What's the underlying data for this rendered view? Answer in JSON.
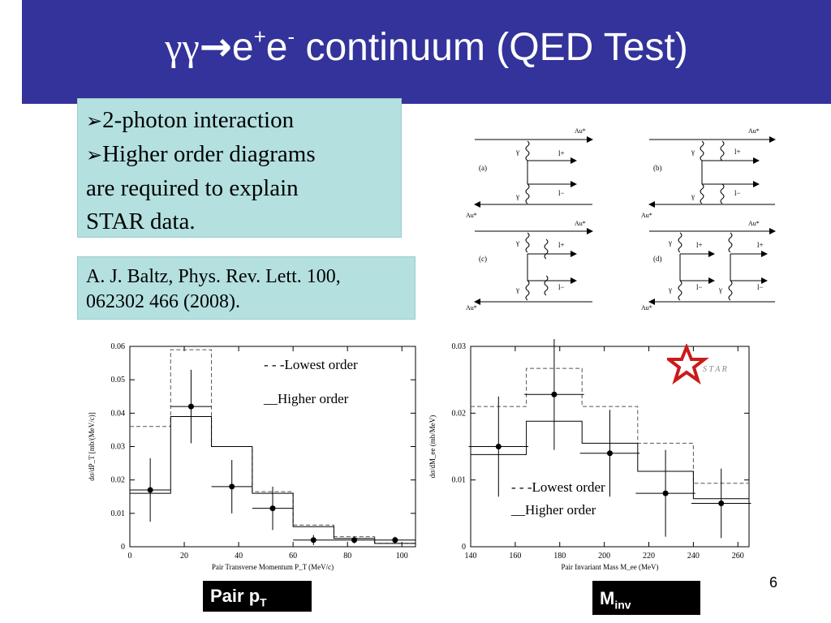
{
  "slide": {
    "title_gamma": "γγ",
    "title_arrow": "→",
    "title_e1": "e",
    "title_plus": "+",
    "title_e2": "e",
    "title_minus": "-",
    "title_rest": " continuum  (QED Test)",
    "page_number": "6",
    "colors": {
      "title_bg": "#33339b",
      "box_bg": "#b4e0e0",
      "star": "#cc1a1a"
    }
  },
  "box1": {
    "arrow": "➢",
    "line1": "2-photon interaction",
    "line2": "Higher order diagrams",
    "line3": "are required to explain",
    "line4": "STAR data."
  },
  "box2": {
    "line1": "A. J. Baltz, Phys. Rev. Lett. 100,",
    "line2": "062302 466 (2008)."
  },
  "diagrams": {
    "labels": [
      "(a)",
      "(b)",
      "(c)",
      "(d)"
    ],
    "au_top": "Au*",
    "au_bottom": "Au*",
    "gamma": "γ",
    "lepton_plus": "l+",
    "lepton_minus": "l−"
  },
  "logo": {
    "text": "S T A R"
  },
  "bottom_labels": {
    "pt_main": "Pair p",
    "pt_sub": "T",
    "minv_main": "M",
    "minv_sub": "inv"
  },
  "chart_data": [
    {
      "type": "line",
      "xlabel": "Pair Transverse Momentum P_T (MeV/c)",
      "ylabel": "dσ/dP_T [mb/(MeV/c)]",
      "xlim": [
        0,
        105
      ],
      "ylim": [
        0,
        0.06
      ],
      "x_ticks": [
        "0",
        "20",
        "40",
        "60",
        "80",
        "100"
      ],
      "y_ticks": [
        "0",
        "0.01",
        "0.02",
        "0.03",
        "0.04",
        "0.05",
        "0.06"
      ],
      "legend": [
        "- - -Lowest order",
        "__Higher order"
      ],
      "bin_edges": [
        0,
        15,
        30,
        45,
        60,
        75,
        90,
        105
      ],
      "series": [
        {
          "name": "- - -Lowest order",
          "style": "dashed",
          "values": [
            0.036,
            0.059,
            0.03,
            0.0165,
            0.0065,
            0.003,
            0.001
          ]
        },
        {
          "name": "__Higher order",
          "style": "solid",
          "values": [
            0.016,
            0.039,
            0.03,
            0.016,
            0.006,
            0.0025,
            0.001
          ]
        }
      ],
      "points": [
        {
          "x": 7.5,
          "y": 0.017,
          "err": 0.0095
        },
        {
          "x": 22.5,
          "y": 0.042,
          "err": 0.011
        },
        {
          "x": 37.5,
          "y": 0.018,
          "err": 0.008
        },
        {
          "x": 52.5,
          "y": 0.0115,
          "err": 0.0065
        },
        {
          "x": 67.5,
          "y": 0.002,
          "err": 0.0015
        },
        {
          "x": 82.5,
          "y": 0.002,
          "err": 0.001
        },
        {
          "x": 97.5,
          "y": 0.002,
          "err": 0.001
        }
      ]
    },
    {
      "type": "line",
      "xlabel": "Pair Invariant Mass M_ee (MeV)",
      "ylabel": "dσ/dM_ee (mb/MeV)",
      "xlim": [
        140,
        265
      ],
      "ylim": [
        0,
        0.03
      ],
      "x_ticks": [
        "140",
        "160",
        "180",
        "200",
        "220",
        "240",
        "260"
      ],
      "y_ticks": [
        "0",
        "0.01",
        "0.02",
        "0.03"
      ],
      "legend": [
        "- - -Lowest order",
        "__Higher order"
      ],
      "bin_edges": [
        140,
        165,
        190,
        215,
        240,
        265
      ],
      "series": [
        {
          "name": "- - -Lowest order",
          "style": "dashed",
          "values": [
            0.021,
            0.0267,
            0.021,
            0.0155,
            0.0095
          ]
        },
        {
          "name": "__Higher order",
          "style": "solid",
          "values": [
            0.0138,
            0.0188,
            0.0155,
            0.0113,
            0.0072
          ]
        }
      ],
      "points": [
        {
          "x": 152.5,
          "y": 0.015,
          "err": 0.0075
        },
        {
          "x": 177.5,
          "y": 0.0228,
          "err": 0.0083
        },
        {
          "x": 202.5,
          "y": 0.014,
          "err": 0.0065
        },
        {
          "x": 227.5,
          "y": 0.008,
          "err": 0.0065
        },
        {
          "x": 252.5,
          "y": 0.0065,
          "err": 0.0052
        }
      ]
    }
  ]
}
